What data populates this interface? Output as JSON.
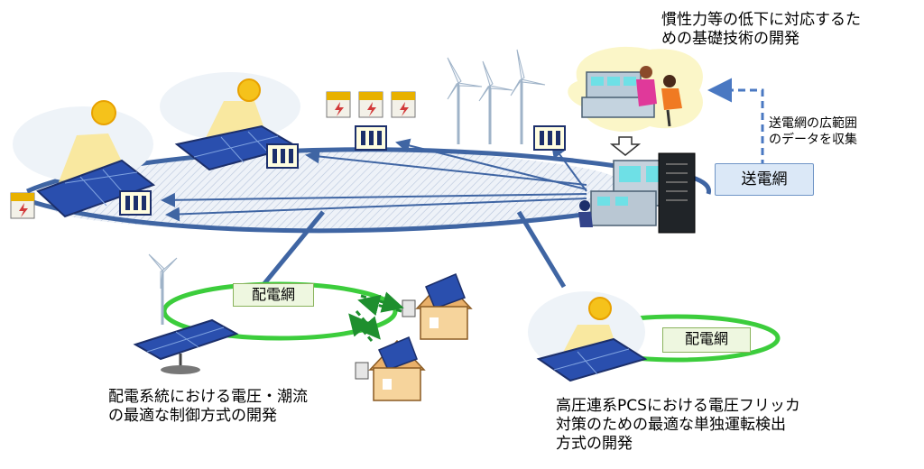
{
  "labels": {
    "top_right_title": [
      "慣性力等の低下に対応するた",
      "めの基礎技術の開発"
    ],
    "collect_note": [
      "送電網の広範囲",
      "のデータを収集"
    ],
    "transmission_box": "送電網",
    "distribution_left": "配電網",
    "distribution_right": "配電網",
    "bottom_left_text": [
      "配電系統における電圧・潮流",
      "の最適な制御方式の開発"
    ],
    "bottom_right_text": [
      "高圧連系PCSにおける電圧フリッカ",
      "対策のための最適な単独運転検出",
      "方式の開発"
    ]
  },
  "colors": {
    "line_blue": "#3f65a3",
    "ring_green": "#3ccd3c",
    "panel_blue": "#2a4fae",
    "sun_yellow": "#f5c21b",
    "arrow_dashed": "#4a78c2",
    "green_arrow": "#1e8f2e"
  }
}
